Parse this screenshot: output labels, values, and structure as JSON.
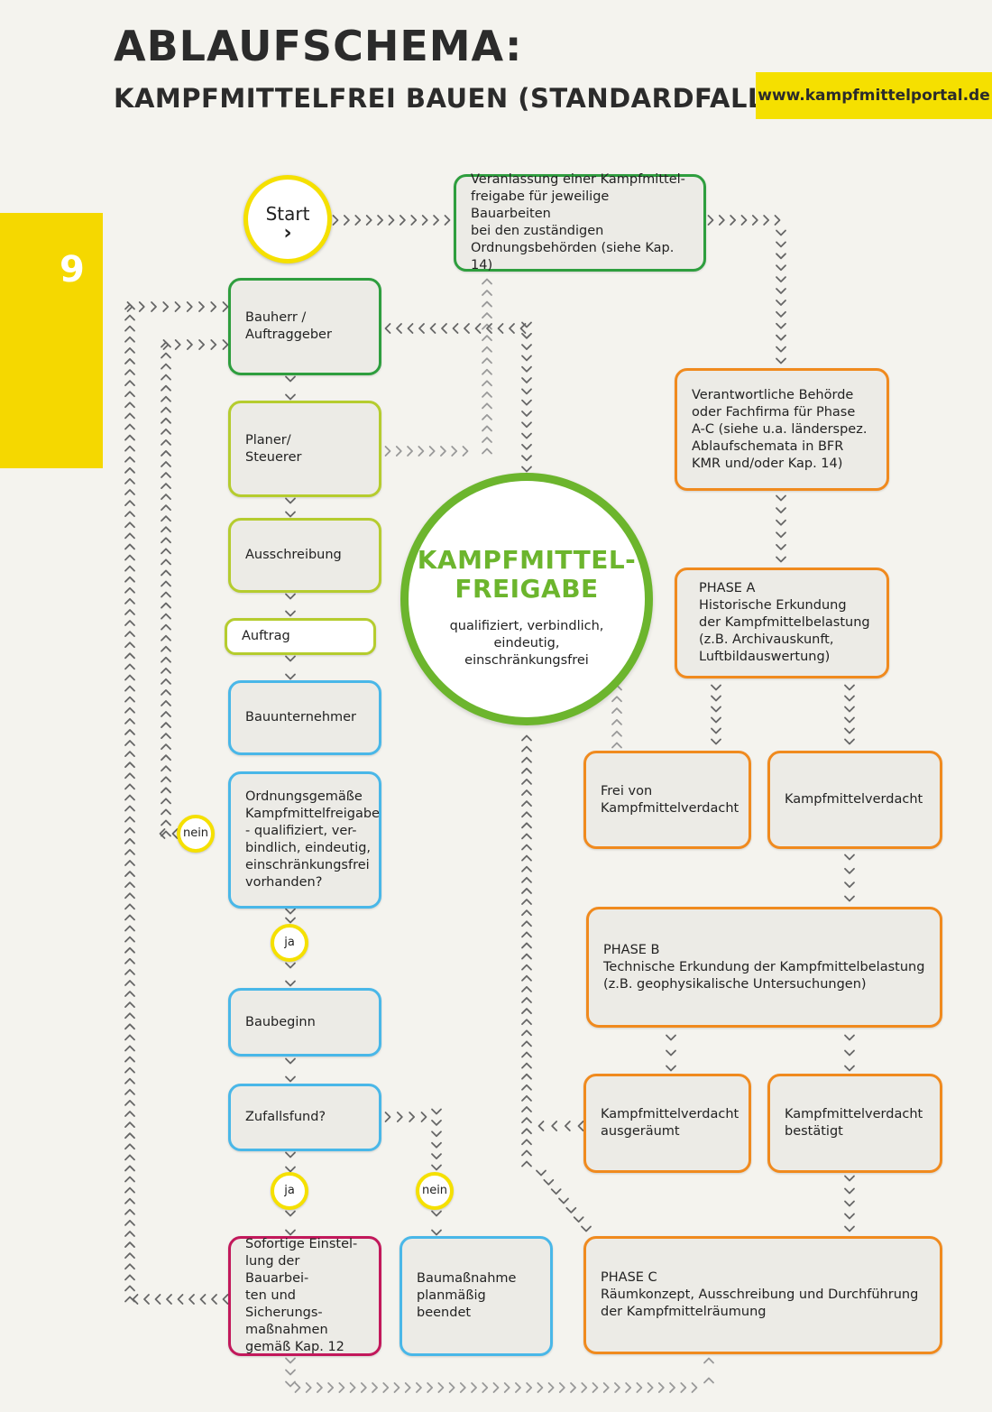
{
  "header": {
    "title": "ABLAUFSCHEMA:",
    "subtitle": "KAMPFMITTELFREI BAUEN (STANDARDFALL)",
    "url": "www.kampfmittelportal.de",
    "page_number": "9"
  },
  "start": {
    "label": "Start",
    "chevron": "›"
  },
  "center": {
    "heading": "KAMPFMITTEL-\nFREIGABE",
    "text": "qualifiziert, verbindlich,\neindeutig,\neinschränkungsfrei"
  },
  "left_flow": {
    "bauherr": "Bauherr /\nAuftraggeber",
    "planer": "Planer/\nSteuerer",
    "ausschreibung": "Ausschreibung",
    "auftrag": "Auftrag",
    "bauunternehmer": "Bauunternehmer",
    "freigabe_check": "Ordnungsgemäße\nKampfmittelfreigabe\n- qualifiziert, ver-\nbindlich, eindeutig,\neinschränkungsfrei\nvorhanden?",
    "baubeginn": "Baubeginn",
    "zufallsfund": "Zufallsfund?",
    "einstellung": "Sofortige Einstel-\nlung der Bauarbei-\nten und Sicherungs-\nmaßnahmen\ngemäß Kap. 12",
    "beendet": "Baumaßnahme\nplanmäßig beendet"
  },
  "decisions": {
    "nein_1": "nein",
    "ja_1": "ja",
    "ja_2": "ja",
    "nein_2": "nein"
  },
  "right_flow": {
    "veranlassung": "Veranlassung einer Kampfmittel-\nfreigabe für jeweilige Bauarbeiten\nbei den zuständigen\nOrdnungsbehörden (siehe Kap. 14)",
    "behoerde": "Verantwortliche Behörde\noder Fachfirma für Phase\nA-C (siehe u.a. länderspez.\nAblaufschemata in BFR\nKMR und/oder Kap. 14)",
    "phase_a": "PHASE A\nHistorische Erkundung\nder Kampfmittelbelastung\n(z.B. Archivauskunft,\nLuftbildauswertung)",
    "frei": "Frei von\nKampfmittelverdacht",
    "verdacht": "Kampfmittelverdacht",
    "phase_b": "PHASE B\nTechnische Erkundung der Kampfmittelbelastung\n(z.B. geophysikalische Untersuchungen)",
    "ausgeraeumt": "Kampfmittelverdacht\nausgeräumt",
    "bestaetigt": "Kampfmittelverdacht\nbestätigt",
    "phase_c": "PHASE C\nRäumkonzept, Ausschreibung und Durchführung\nder Kampfmittelräumung"
  },
  "colors": {
    "yellow": "#f5e000",
    "green": "#2e9e3e",
    "lime": "#b5cc2e",
    "blue": "#49b7e8",
    "orange": "#f08a1e",
    "red": "#c2185b",
    "center_green": "#6cb52d"
  }
}
